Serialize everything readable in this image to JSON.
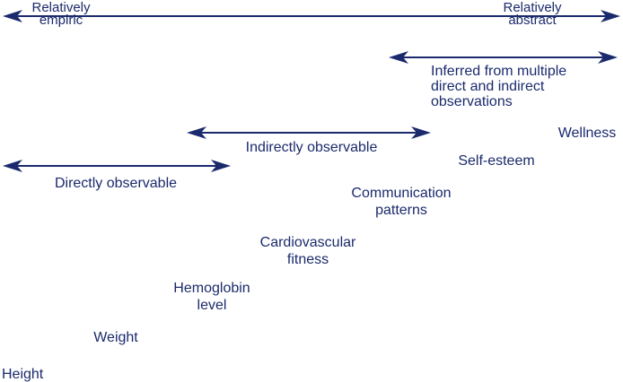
{
  "figure": {
    "background": "#ffffff",
    "ink_color": "#1b2a6c"
  },
  "poles": {
    "left": "Relatively\nempiric",
    "right": "Relatively\nabstract"
  },
  "observability_scales": [
    {
      "label": "Directly observable"
    },
    {
      "label": "Indirectly observable"
    },
    {
      "label": "Inferred from multiple\ndirect and indirect\nobservations"
    }
  ],
  "concepts": [
    {
      "label": "Height"
    },
    {
      "label": "Weight"
    },
    {
      "label": "Hemoglobin\nlevel"
    },
    {
      "label": "Cardiovascular\nfitness"
    },
    {
      "label": "Communication\npatterns"
    },
    {
      "label": "Self-esteem"
    },
    {
      "label": "Wellness"
    }
  ]
}
